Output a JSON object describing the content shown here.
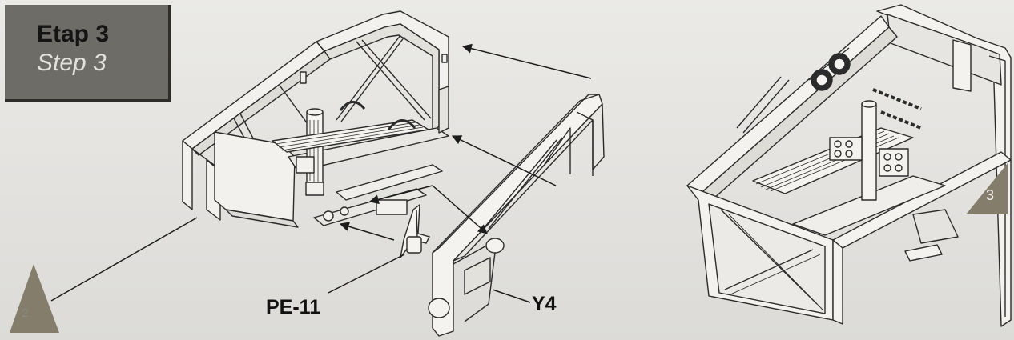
{
  "header": {
    "title": "Etap 3",
    "subtitle": "Step 3"
  },
  "callouts": {
    "part_a": "PE-11",
    "part_b": "Y4"
  },
  "markers": {
    "previous_step": "2",
    "next_step": "3"
  },
  "colors": {
    "badge_background": "#6e6c66",
    "marker_fill": "#857d6b",
    "line_art": "#2b2b2b"
  }
}
